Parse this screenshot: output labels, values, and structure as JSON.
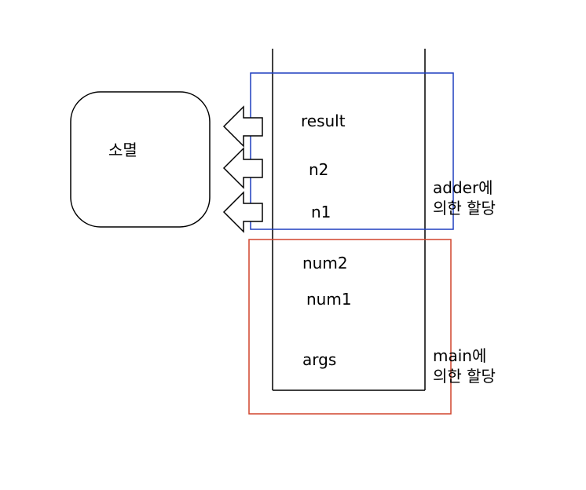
{
  "diagram": {
    "destroyed_label": "소멸",
    "stack_vars": {
      "result": "result",
      "n2": "n2",
      "n1": "n1",
      "num2": "num2",
      "num1": "num1",
      "args": "args"
    },
    "adder_frame": {
      "label_line1": "adder에",
      "label_line2": "의한 할당",
      "color": "#1f3fbf"
    },
    "main_frame": {
      "label_line1": "main에",
      "label_line2": "의한 할당",
      "color": "#d0442c"
    }
  }
}
